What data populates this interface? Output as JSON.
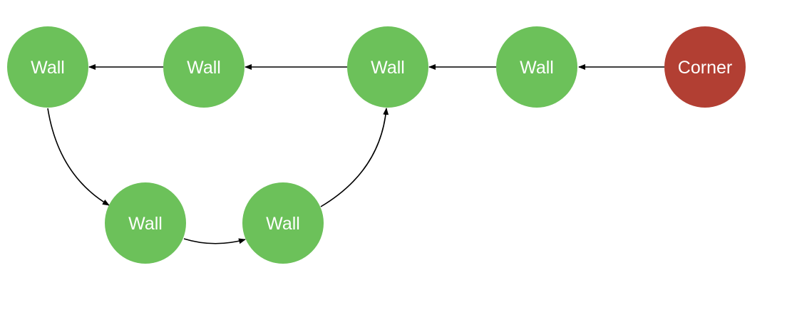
{
  "diagram": {
    "nodes": [
      {
        "id": "n1",
        "label": "Wall",
        "kind": "wall"
      },
      {
        "id": "n2",
        "label": "Wall",
        "kind": "wall"
      },
      {
        "id": "n3",
        "label": "Wall",
        "kind": "wall"
      },
      {
        "id": "n4",
        "label": "Wall",
        "kind": "wall"
      },
      {
        "id": "n5",
        "label": "Corner",
        "kind": "corner"
      },
      {
        "id": "n6",
        "label": "Wall",
        "kind": "wall"
      },
      {
        "id": "n7",
        "label": "Wall",
        "kind": "wall"
      }
    ],
    "edges": [
      {
        "from": "n5",
        "to": "n4"
      },
      {
        "from": "n4",
        "to": "n3"
      },
      {
        "from": "n3",
        "to": "n2"
      },
      {
        "from": "n2",
        "to": "n1"
      },
      {
        "from": "n1",
        "to": "n6"
      },
      {
        "from": "n6",
        "to": "n7"
      },
      {
        "from": "n7",
        "to": "n3"
      }
    ],
    "colors": {
      "wall": "#6cc15a",
      "corner": "#b23f33",
      "edge": "#000000",
      "label": "#ffffff"
    }
  }
}
